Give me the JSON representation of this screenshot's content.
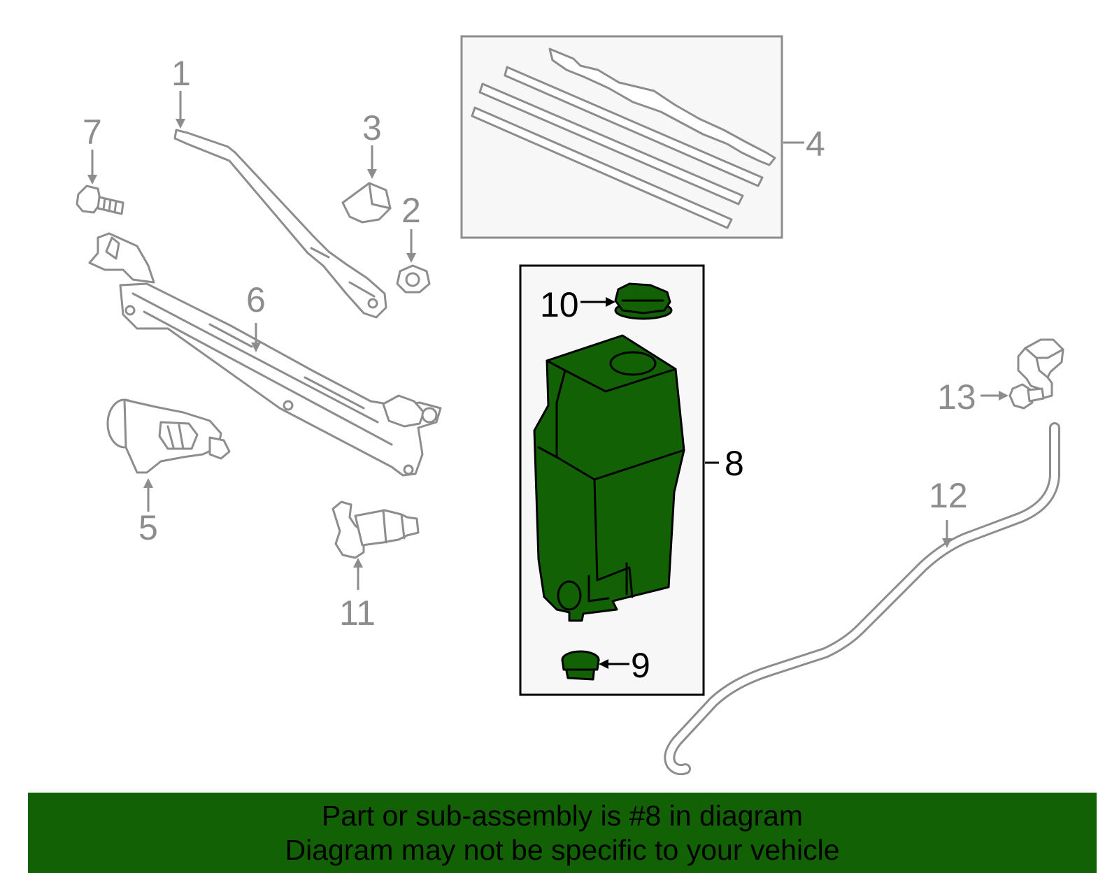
{
  "callouts": {
    "c1": "1",
    "c2": "2",
    "c3": "3",
    "c4": "4",
    "c5": "5",
    "c6": "6",
    "c7": "7",
    "c8": "8",
    "c9": "9",
    "c10": "10",
    "c11": "11",
    "c12": "12",
    "c13": "13"
  },
  "highlight": {
    "part_number": "8",
    "color": "#126205"
  },
  "colors": {
    "part_outline": "#8d8d8d",
    "highlight_box_border": "#000000",
    "banner_bg": "#126205",
    "panel_bg": "#f7f7f7"
  },
  "footer": {
    "line1": "Part or sub-assembly is #8 in diagram",
    "line2": "Diagram may not be specific to your vehicle"
  }
}
